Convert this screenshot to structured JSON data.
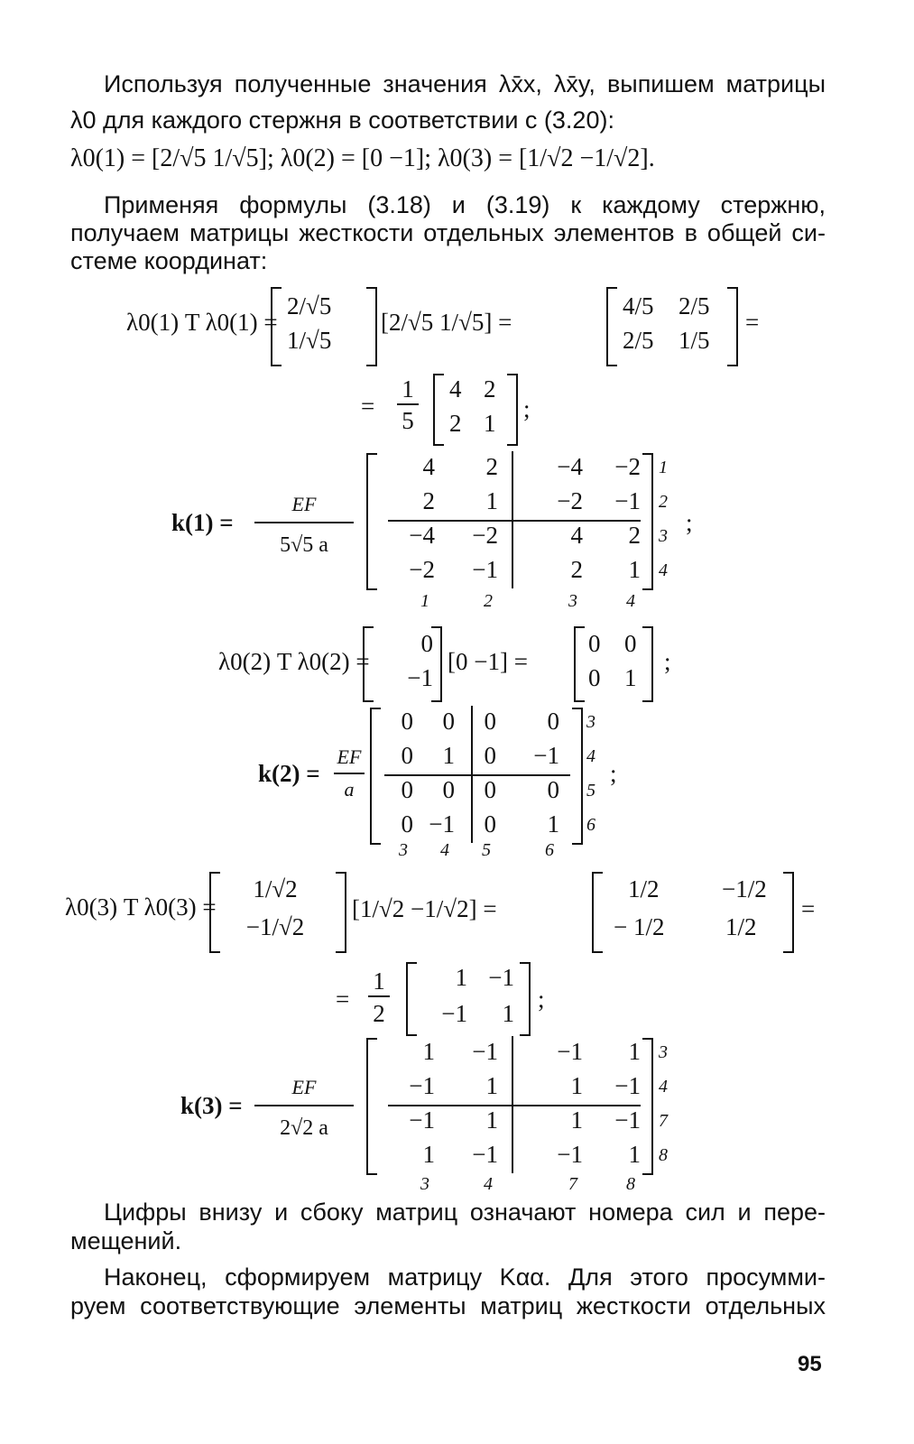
{
  "text": {
    "p1_l1": "Используя полученные значения λx̄x, λx̄y, выпишем матрицы",
    "p1_l2": "λ0 для каждого стержня в соответствии с (3.20):",
    "p1_l3": "λ0(1) = [2/√5 1/√5]; λ0(2) = [0 −1]; λ0(3) = [1/√2 −1/√2].",
    "p2_l1": "Применяя формулы (3.18) и (3.19) к каждому стержню,",
    "p2_l2": "получаем матрицы жесткости отдельных элементов в общей си-",
    "p2_l3": "стеме координат:",
    "p3_l1": "Цифры внизу и сбоку матриц означают номера сил и пере-",
    "p3_l2": "мещений.",
    "p4_l1": "Наконец, сформируем матрицу Kαα. Для этого просумми-",
    "p4_l2": "руем соответствующие элементы матриц жесткости отдельных",
    "page_number": "95"
  },
  "eq1": {
    "lhs": "λ0(1) T λ0(1) =",
    "col": [
      "2/√5",
      "1/√5"
    ],
    "row": "[2/√5  1/√5] =",
    "res": [
      [
        "4/5",
        "2/5"
      ],
      [
        "2/5",
        "1/5"
      ]
    ],
    "tail": "=",
    "frac_num": "1",
    "frac_den": "5",
    "int": [
      [
        "4",
        "2"
      ],
      [
        "2",
        "1"
      ]
    ],
    "end": ";"
  },
  "k1": {
    "lhs": "k(1) =",
    "num": "EF",
    "den": "5√5 a",
    "rows": [
      [
        "4",
        "2",
        "−4",
        "−2"
      ],
      [
        "2",
        "1",
        "−2",
        "−1"
      ],
      [
        "−4",
        "−2",
        "4",
        "2"
      ],
      [
        "−2",
        "−1",
        "2",
        "1"
      ]
    ],
    "side": [
      "1",
      "2",
      "3",
      "4"
    ],
    "bottom": [
      "1",
      "2",
      "3",
      "4"
    ],
    "end": ";"
  },
  "eq2": {
    "lhs": "λ0(2) T λ0(2) =",
    "col": [
      "0",
      "−1"
    ],
    "row": "[0  −1] =",
    "res": [
      [
        "0",
        "0"
      ],
      [
        "0",
        "1"
      ]
    ],
    "end": ";"
  },
  "k2": {
    "lhs": "k(2) =",
    "num": "EF",
    "den": "a",
    "rows": [
      [
        "0",
        "0",
        "0",
        "0"
      ],
      [
        "0",
        "1",
        "0",
        "−1"
      ],
      [
        "0",
        "0",
        "0",
        "0"
      ],
      [
        "0",
        "−1",
        "0",
        "1"
      ]
    ],
    "side": [
      "3",
      "4",
      "5",
      "6"
    ],
    "bottom": [
      "3",
      "4",
      "5",
      "6"
    ],
    "end": ";"
  },
  "eq3": {
    "lhs": "λ0(3) T λ0(3) =",
    "col": [
      "1/√2",
      "−1/√2"
    ],
    "row": "[1/√2  −1/√2] =",
    "res": [
      [
        "1/2",
        "−1/2"
      ],
      [
        "− 1/2",
        "1/2"
      ]
    ],
    "tail": "=",
    "frac_num": "1",
    "frac_den": "2",
    "int": [
      [
        "1",
        "−1"
      ],
      [
        "−1",
        "1"
      ]
    ],
    "end": ";"
  },
  "k3": {
    "lhs": "k(3) =",
    "num": "EF",
    "den": "2√2 a",
    "rows": [
      [
        "1",
        "−1",
        "−1",
        "1"
      ],
      [
        "−1",
        "1",
        "1",
        "−1"
      ],
      [
        "−1",
        "1",
        "1",
        "−1"
      ],
      [
        "1",
        "−1",
        "−1",
        "1"
      ]
    ],
    "side": [
      "3",
      "4",
      "7",
      "8"
    ],
    "bottom": [
      "3",
      "4",
      "7",
      "8"
    ],
    "end": ";"
  }
}
